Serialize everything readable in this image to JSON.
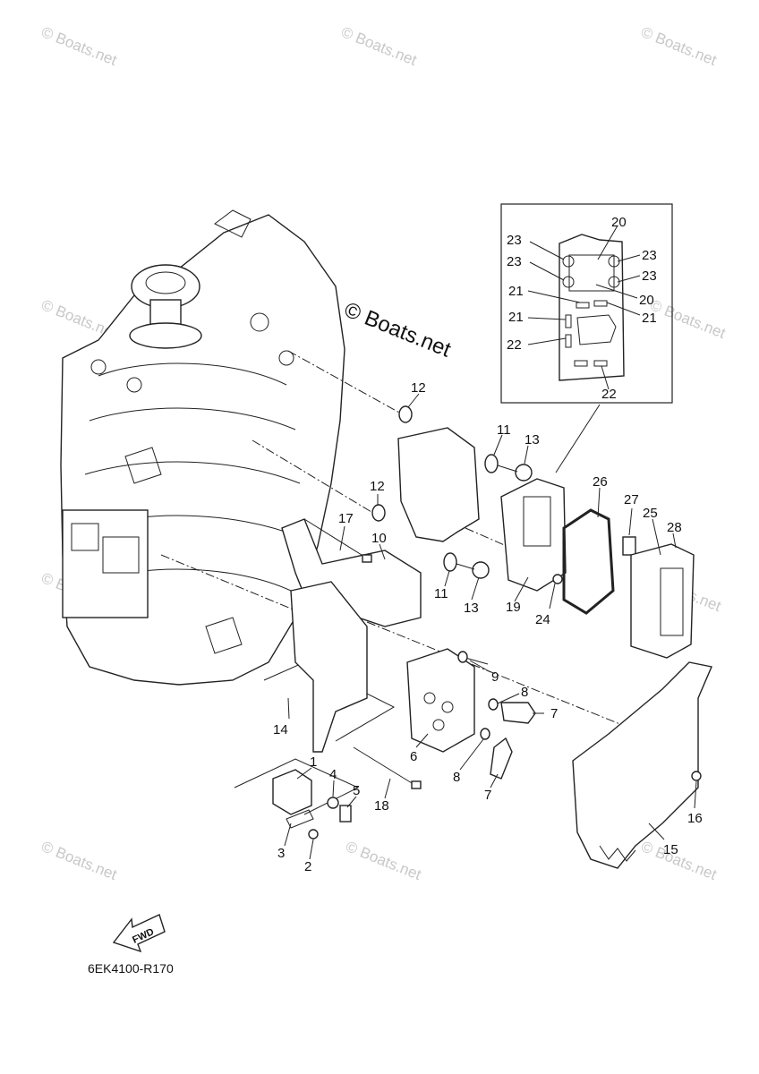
{
  "watermark": "© Boats.net",
  "brand_mark": "© Boats.net",
  "diagram_code": "6EK4100-R170",
  "fwd_label": "FWD",
  "callouts": {
    "c1": "1",
    "c2": "2",
    "c3": "3",
    "c4": "4",
    "c5": "5",
    "c6": "6",
    "c7a": "7",
    "c7b": "7",
    "c8a": "8",
    "c8b": "8",
    "c9": "9",
    "c10": "10",
    "c11a": "11",
    "c11b": "11",
    "c12a": "12",
    "c12b": "12",
    "c13a": "13",
    "c13b": "13",
    "c14": "14",
    "c15": "15",
    "c16": "16",
    "c17": "17",
    "c18": "18",
    "c19": "19",
    "c24": "24",
    "c25": "25",
    "c26": "26",
    "c27": "27",
    "c28": "28"
  },
  "inset": {
    "c20a": "20",
    "c20b": "20",
    "c21a": "21",
    "c21b": "21",
    "c21c": "21",
    "c22a": "22",
    "c22b": "22",
    "c23a": "23",
    "c23b": "23",
    "c23c": "23",
    "c23d": "23"
  }
}
